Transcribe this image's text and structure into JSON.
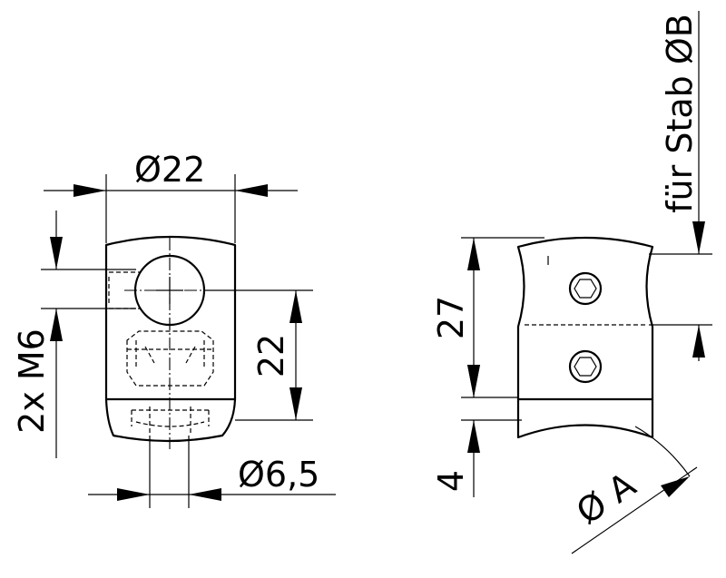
{
  "dimensions": {
    "dia22": "Ø22",
    "dim22": "22",
    "dia65": "Ø6,5",
    "dim27": "27",
    "dim4": "4",
    "m6": "2x M6",
    "rod": "für Stab ØB",
    "diaA": "Ø A"
  }
}
